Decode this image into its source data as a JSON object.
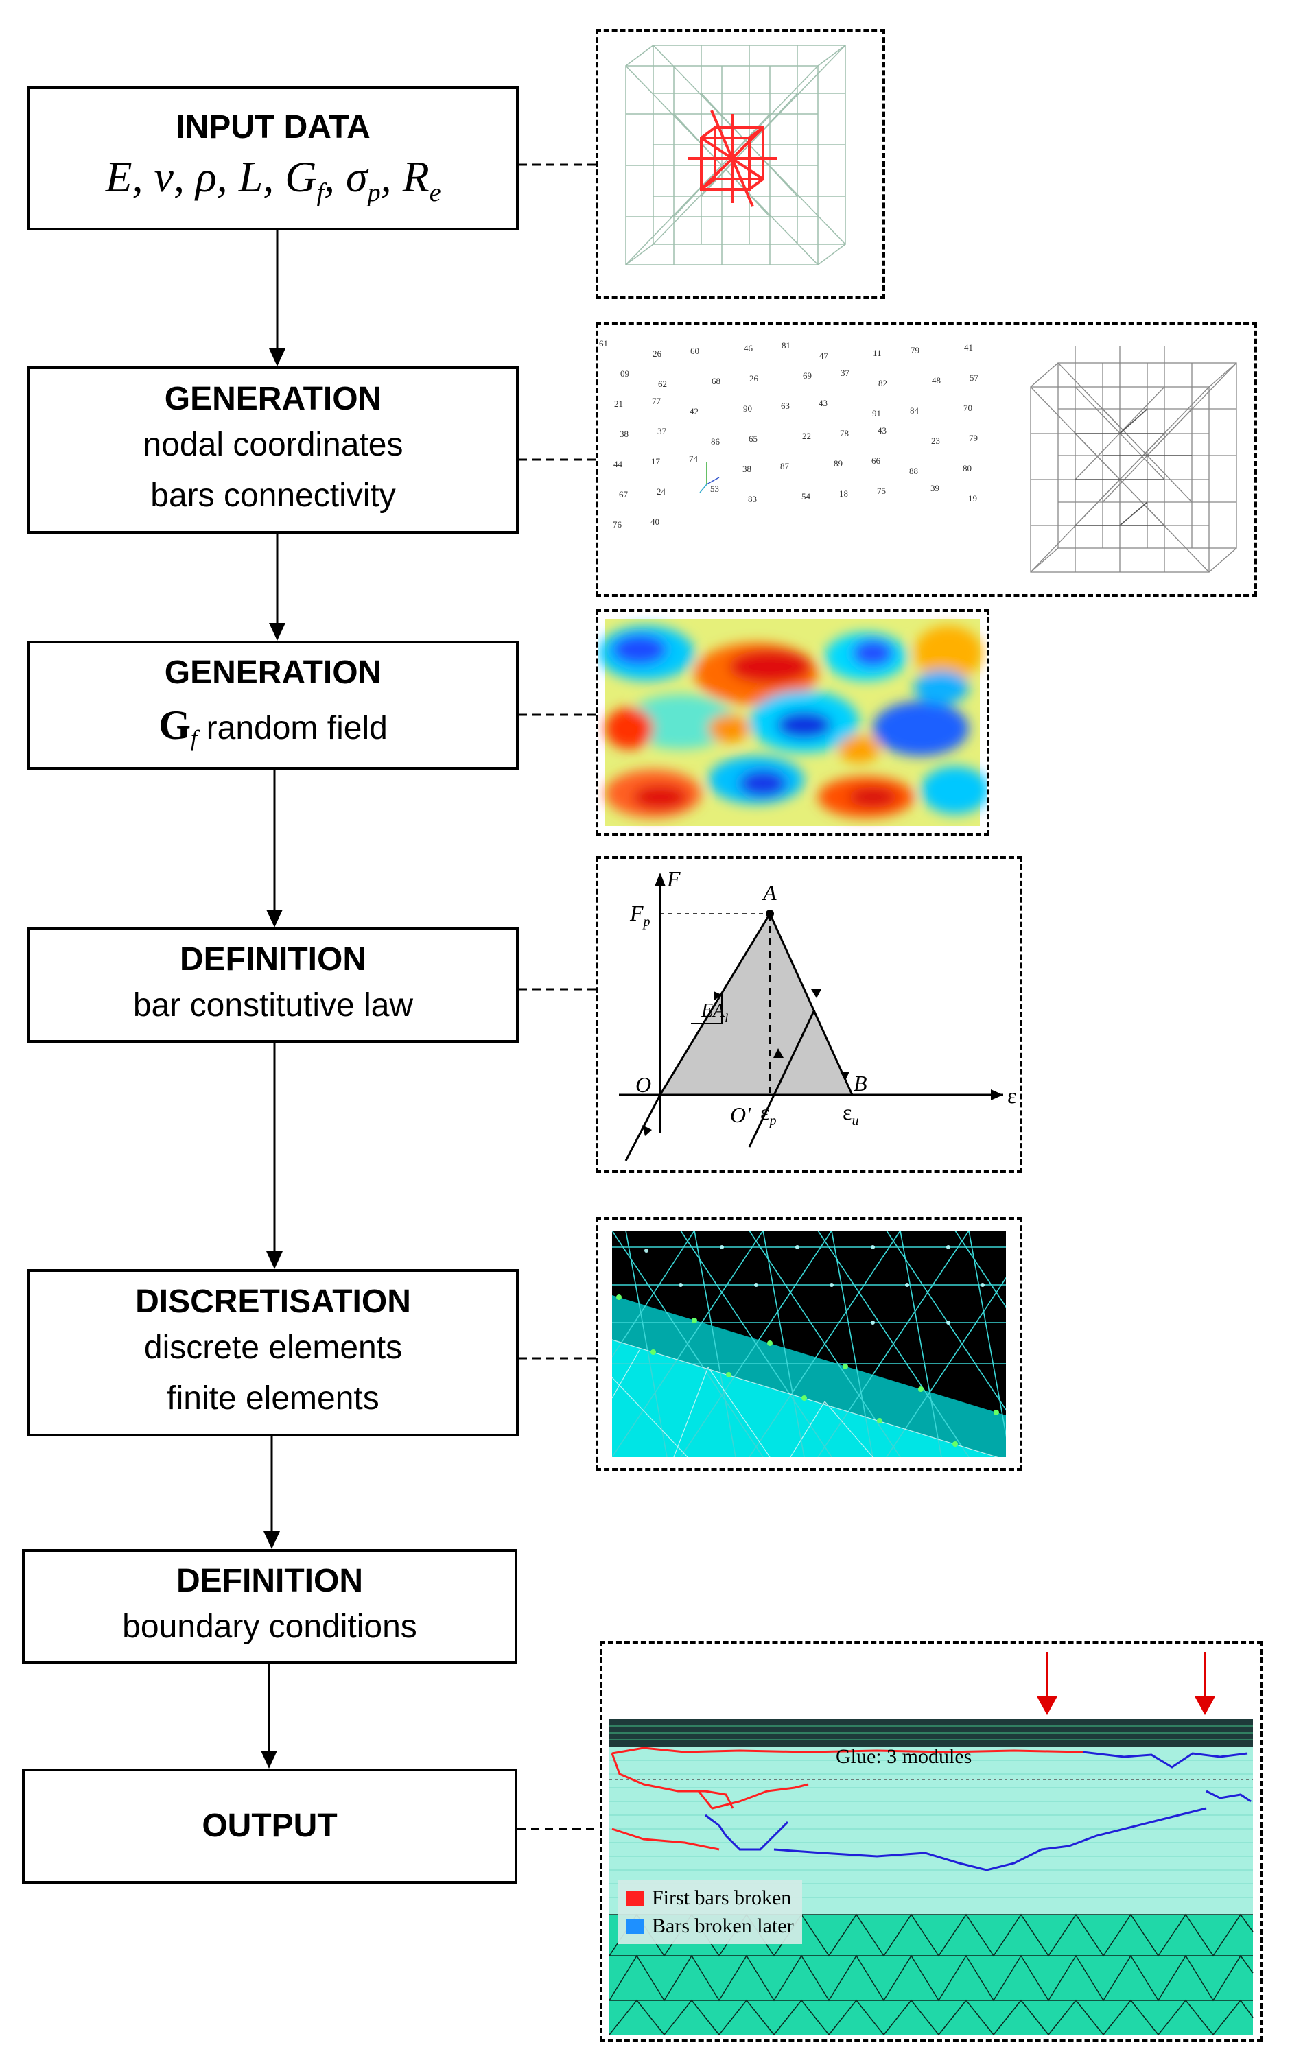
{
  "steps": [
    {
      "title": "INPUT DATA",
      "lines": [],
      "formula": "E, ν, ρ, L, G",
      "formula_sub1": "f",
      "formula_mid": ", σ",
      "formula_sub2": "p",
      "formula_end": ", R",
      "formula_sub3": "e"
    },
    {
      "title": "GENERATION",
      "lines": [
        "nodal coordinates",
        "bars connectivity"
      ]
    },
    {
      "title": "GENERATION",
      "gf_symbol": "G",
      "gf_sub": "f",
      "gf_text": "random field"
    },
    {
      "title": "DEFINITION",
      "lines": [
        "bar constitutive law"
      ]
    },
    {
      "title": "DISCRETISATION",
      "lines": [
        "discrete elements",
        "finite elements"
      ]
    },
    {
      "title": "DEFINITION",
      "lines": [
        "boundary conditions"
      ]
    },
    {
      "title": "OUTPUT",
      "lines": []
    }
  ],
  "node_labels": [
    "61",
    "26",
    "60",
    "46",
    "81",
    "47",
    "11",
    "79",
    "41",
    "09",
    "62",
    "68",
    "26",
    "69",
    "37",
    "82",
    "48",
    "57",
    "21",
    "77",
    "42",
    "90",
    "63",
    "43",
    "91",
    "84",
    "70",
    "38",
    "37",
    "86",
    "65",
    "22",
    "78",
    "43",
    "23",
    "79",
    "44",
    "17",
    "74",
    "38",
    "87",
    "89",
    "66",
    "88",
    "80",
    "67",
    "24",
    "53",
    "83",
    "54",
    "18",
    "75",
    "39",
    "19",
    "76",
    "40"
  ],
  "constitutive_law": {
    "F": "F",
    "Fp": "F",
    "Fp_sub": "p",
    "A": "A",
    "O": "O",
    "O_prime": "O'",
    "B": "B",
    "EA": "EA",
    "EA_sub": "l",
    "eps": "ε",
    "eps_p": "ε",
    "eps_p_sub": "p",
    "eps_u": "ε",
    "eps_u_sub": "u"
  },
  "output": {
    "glue_label": "Glue: 3 modules",
    "legend": [
      {
        "label": "First bars broken",
        "color": "#ff2020"
      },
      {
        "label": "Bars broken later",
        "color": "#1e90ff"
      }
    ]
  },
  "colors": {
    "lattice": "#9fbfae",
    "highlight": "#ff2a2a",
    "mesh_bg": "#00e5e5",
    "arrow": "#e00000"
  }
}
